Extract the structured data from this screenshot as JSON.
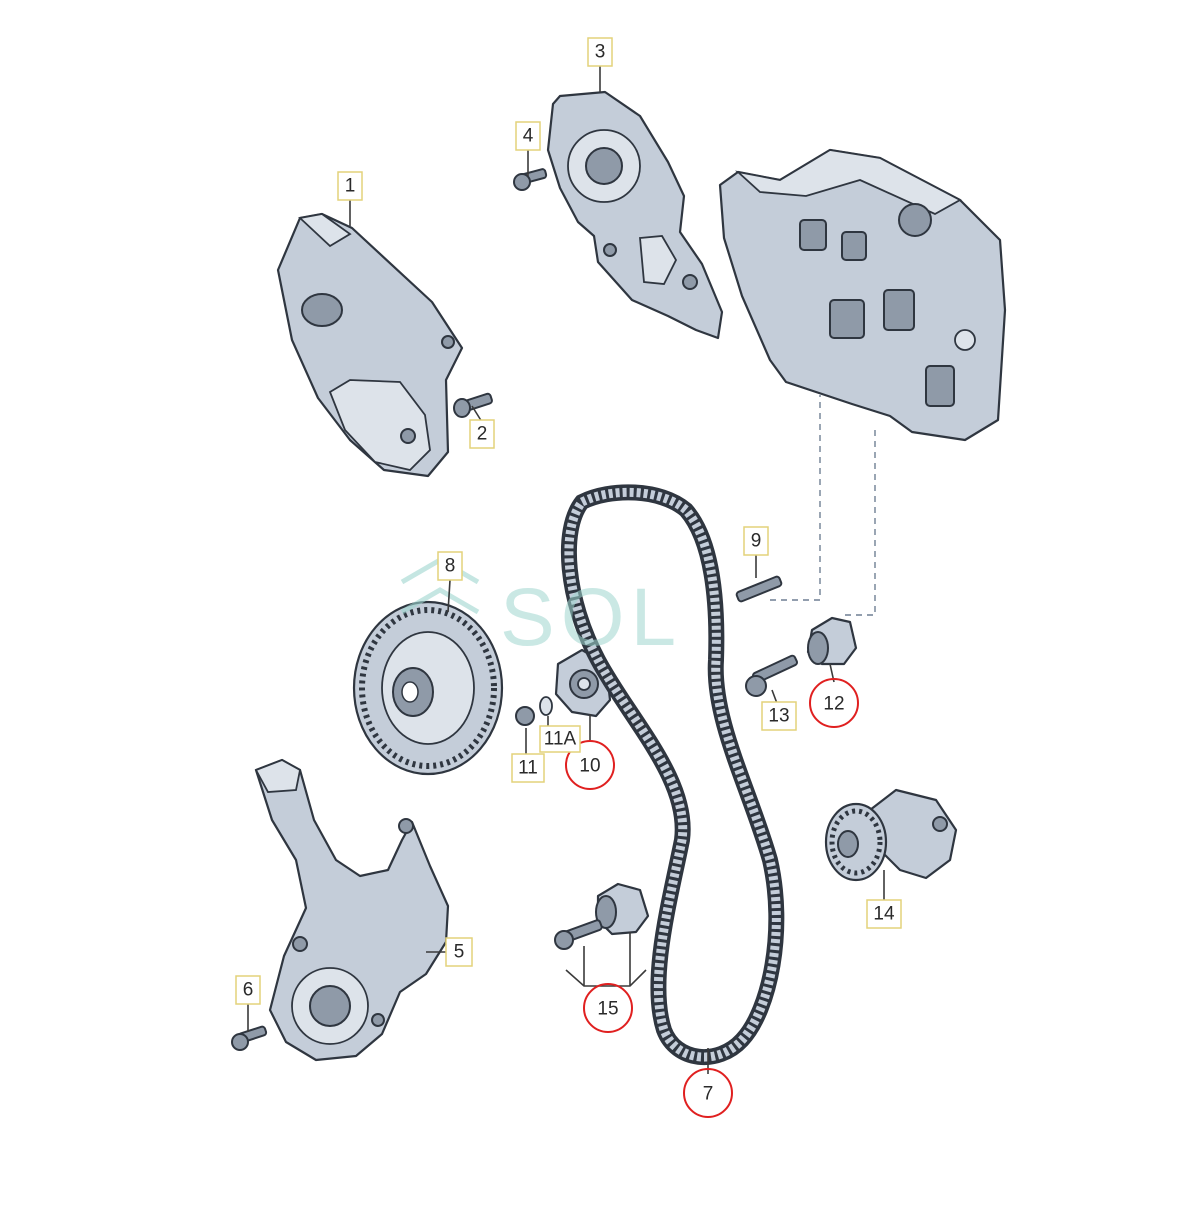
{
  "diagram": {
    "labels": [
      {
        "id": "1",
        "text": "1",
        "highlighted": false
      },
      {
        "id": "2",
        "text": "2",
        "highlighted": false
      },
      {
        "id": "3",
        "text": "3",
        "highlighted": false
      },
      {
        "id": "4",
        "text": "4",
        "highlighted": false
      },
      {
        "id": "5",
        "text": "5",
        "highlighted": false
      },
      {
        "id": "6",
        "text": "6",
        "highlighted": false
      },
      {
        "id": "7",
        "text": "7",
        "highlighted": true
      },
      {
        "id": "8",
        "text": "8",
        "highlighted": false
      },
      {
        "id": "9",
        "text": "9",
        "highlighted": false
      },
      {
        "id": "10",
        "text": "10",
        "highlighted": true
      },
      {
        "id": "11",
        "text": "11",
        "highlighted": false
      },
      {
        "id": "11A",
        "text": "11A",
        "highlighted": false
      },
      {
        "id": "12",
        "text": "12",
        "highlighted": true
      },
      {
        "id": "13",
        "text": "13",
        "highlighted": false
      },
      {
        "id": "14",
        "text": "14",
        "highlighted": false
      },
      {
        "id": "15",
        "text": "15",
        "highlighted": true
      }
    ],
    "watermark": "SOL",
    "colors": {
      "part_fill": "#c4cdd9",
      "outline": "#2f3640",
      "label_border": "#e3d27a",
      "highlight_circle": "#e02020",
      "watermark": "#9fd6cf"
    }
  }
}
